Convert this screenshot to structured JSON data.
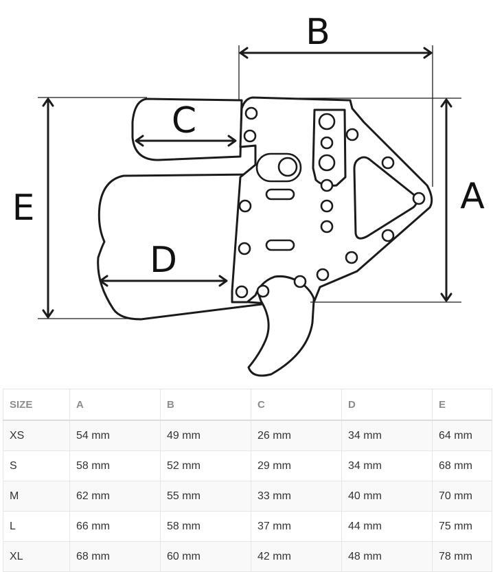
{
  "diagram": {
    "labels": {
      "a": "A",
      "b": "B",
      "c": "C",
      "d": "D",
      "e": "E"
    }
  },
  "table": {
    "headers": [
      "SIZE",
      "A",
      "B",
      "C",
      "D",
      "E"
    ],
    "rows": [
      [
        "XS",
        "54 mm",
        "49 mm",
        "26 mm",
        "34 mm",
        "64 mm"
      ],
      [
        "S",
        "58 mm",
        "52 mm",
        "29 mm",
        "34 mm",
        "68 mm"
      ],
      [
        "M",
        "62 mm",
        "55 mm",
        "33 mm",
        "40 mm",
        "70 mm"
      ],
      [
        "L",
        "66 mm",
        "58 mm",
        "37 mm",
        "44 mm",
        "75 mm"
      ],
      [
        "XL",
        "68 mm",
        "60 mm",
        "42 mm",
        "48 mm",
        "78 mm"
      ]
    ]
  }
}
